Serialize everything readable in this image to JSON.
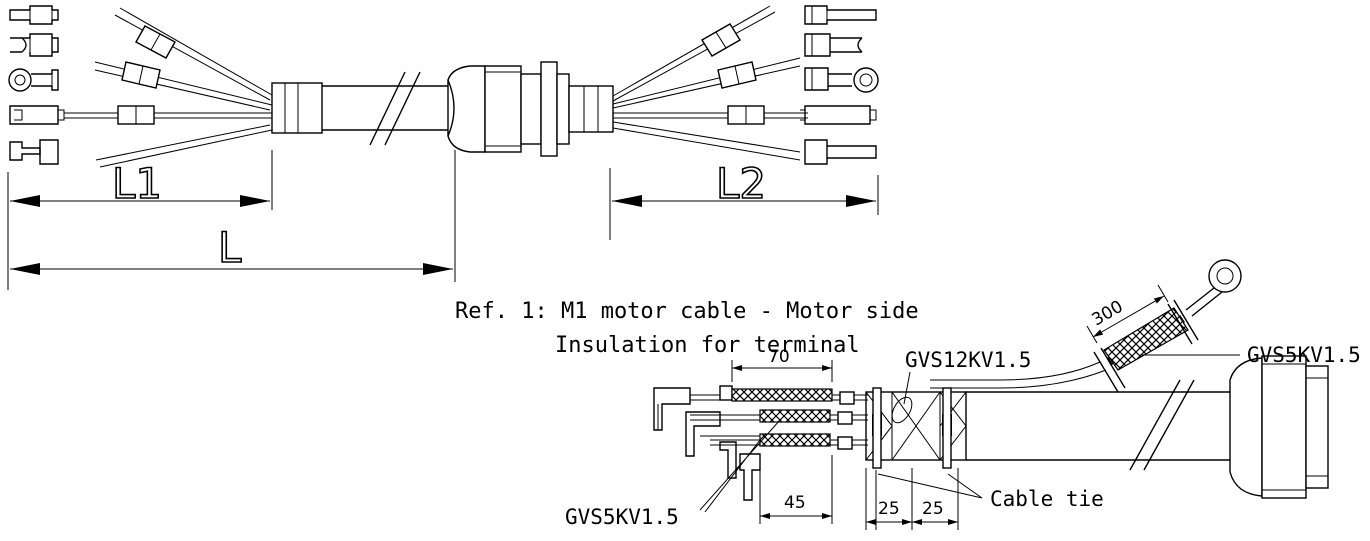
{
  "top_dimensions": {
    "l1": "L1",
    "l": "L",
    "l2": "L2"
  },
  "title_line1": "Ref. 1: M1 motor cable - Motor side",
  "title_line2": "Insulation for terminal",
  "dimension_values": {
    "d300": "300",
    "d70": "70",
    "d45": "45",
    "d25a": "25",
    "d25b": "25"
  },
  "callouts": {
    "sleeve_main": "GVS12KV1.5",
    "sleeve_ring": "GVS5KV1.5",
    "sleeve_terminals": "GVS5KV1.5",
    "cable_tie": "Cable tie"
  }
}
